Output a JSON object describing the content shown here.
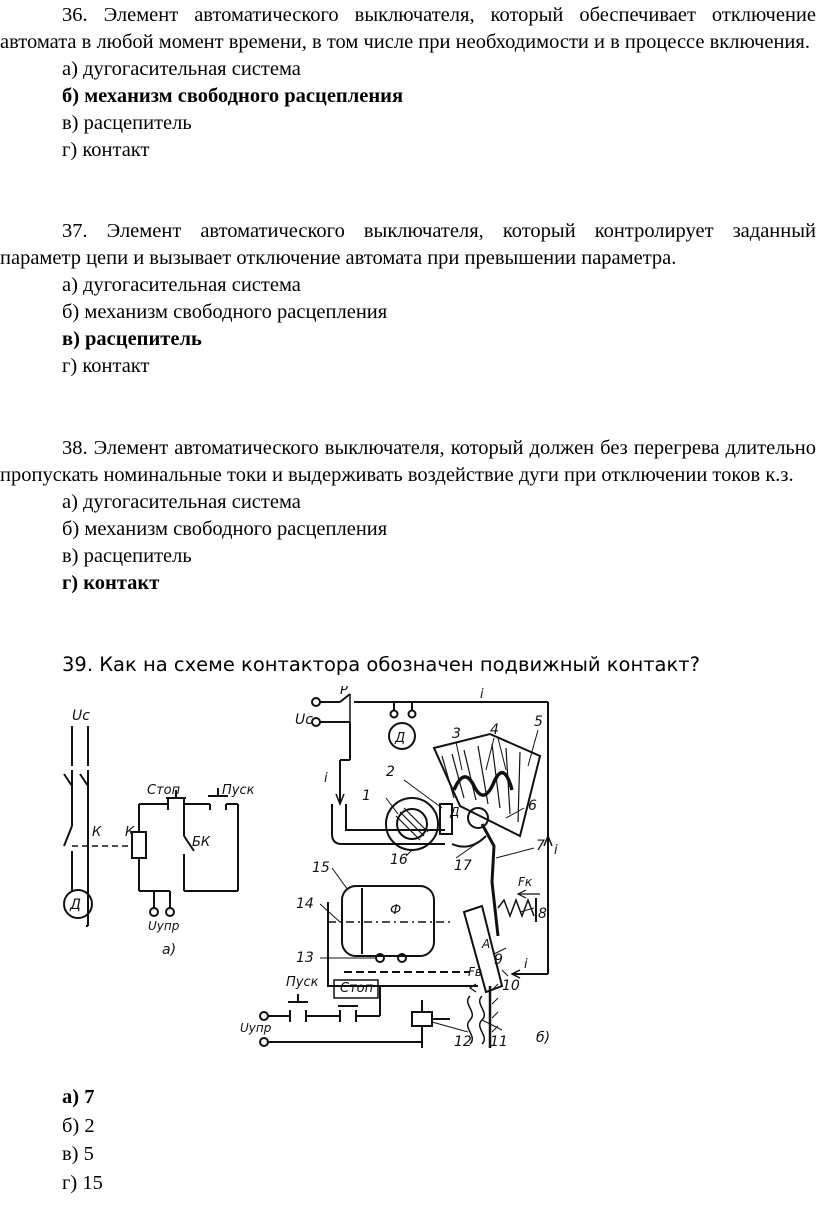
{
  "questions": [
    {
      "stem": "36. Элемент автоматического выключателя, который обеспечивает отключение автомата в любой момент времени, в том числе при необходимости и в процессе включения.",
      "options": [
        "а) дугогасительная система",
        "б) механизм свободного расцепления",
        "в) расцепитель",
        "г) контакт"
      ],
      "correct_index": 1
    },
    {
      "stem": "37. Элемент автоматического выключателя, который контролирует заданный параметр цепи и вызывает отключение автомата при превышении параметра.",
      "options": [
        "а) дугогасительная система",
        "б) механизм свободного расцепления",
        "в) расцепитель",
        "г) контакт"
      ],
      "correct_index": 2
    },
    {
      "stem": "38. Элемент автоматического выключателя, который должен без перегрева длительно пропускать номинальные токи и выдерживать воздействие дуги при отключении токов к.з.",
      "options": [
        "а) дугогасительная система",
        "б) механизм свободного расцепления",
        "в) расцепитель",
        "г) контакт"
      ],
      "correct_index": 3
    }
  ],
  "q39": {
    "title": "39. Как на схеме контактора обозначен подвижный контакт?",
    "options": [
      "а) 7",
      "б) 2",
      "в) 5",
      "г) 15"
    ],
    "correct_index": 0
  },
  "figure": {
    "labels": {
      "uc": "Uc",
      "k1": "К",
      "k2": "К",
      "d": "Д",
      "stop": "Стоп",
      "start": "Пуск",
      "bk": "БК",
      "uupr": "Uупр",
      "cap_a": "а)",
      "p": "Р",
      "i": "i",
      "phi": "Ф",
      "fk": "Fк",
      "fv": "Fв",
      "A": "А",
      "cap_b": "б)",
      "n1": "1",
      "n2": "2",
      "n3": "3",
      "n4": "4",
      "n5": "5",
      "n6": "6",
      "n7": "7",
      "n8": "8",
      "n9": "9",
      "n10": "10",
      "n11": "11",
      "n12": "12",
      "n13": "13",
      "n14": "14",
      "n15": "15",
      "n16": "16",
      "n17": "17"
    }
  }
}
